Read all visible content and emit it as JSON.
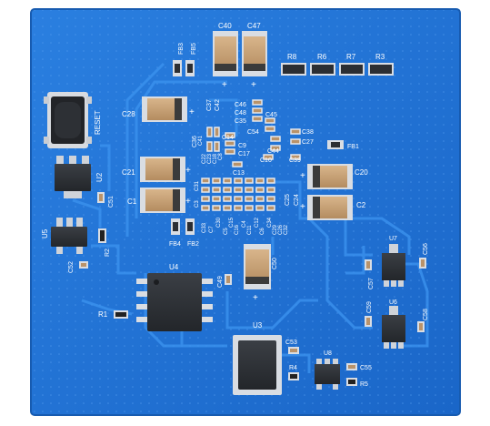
{
  "colors": {
    "board": "#1e73d6",
    "board_edge": "#1a63bd",
    "trace": "#2e86e8",
    "silk": "#ffffff",
    "pad": "#d9dde3",
    "ic_body": "#2b2e33",
    "tant_body": "#c8a37a",
    "tant_band": "#3b3b3b"
  },
  "labels": {
    "reset": "RESET",
    "fb3": "FB3",
    "fb5": "FB5",
    "c40": "C40",
    "c47": "C47",
    "r8": "R8",
    "r6": "R6",
    "r7": "R7",
    "r3": "R3",
    "c28": "C28",
    "c37": "C37",
    "c42": "C42",
    "c46": "C46",
    "c48": "C48",
    "c35": "C35",
    "c45": "C45",
    "c54": "C54",
    "c38": "C38",
    "c27": "C27",
    "fb1": "FB1",
    "c36": "C36",
    "c14": "C14",
    "c9": "C9",
    "c17": "C17",
    "c44": "C44",
    "c39": "C39",
    "c10": "C10",
    "c13": "C13",
    "c21": "C21",
    "c20": "C20",
    "u2": "U2",
    "c51": "C51",
    "c1": "C1",
    "c2": "C2",
    "c31": "C31",
    "c3": "C3",
    "c25": "C25",
    "c24": "C24",
    "c33": "C33",
    "c30": "C30",
    "c15": "C15",
    "c4": "C4",
    "c12": "C12",
    "c34": "C34",
    "c7": "C7",
    "c5": "C5",
    "c16": "C16",
    "c11": "C11",
    "c6": "C6",
    "c29": "C29",
    "c26": "C26",
    "c32": "C32",
    "c22": "C22",
    "c23": "C23",
    "c18": "C18",
    "c8": "C8",
    "c41": "C41",
    "fb4": "FB4",
    "fb2": "FB2",
    "u5": "U5",
    "r2": "R2",
    "c52": "C52",
    "u4": "U4",
    "c49": "C49",
    "c50": "C50",
    "u7": "U7",
    "c56": "C56",
    "c57": "C57",
    "r1": "R1",
    "u6": "U6",
    "c59": "C59",
    "c58": "C58",
    "u3": "U3",
    "c53": "C53",
    "u8": "U8",
    "r4": "R4",
    "c55": "C55",
    "r5": "R5",
    "plus": "+"
  }
}
